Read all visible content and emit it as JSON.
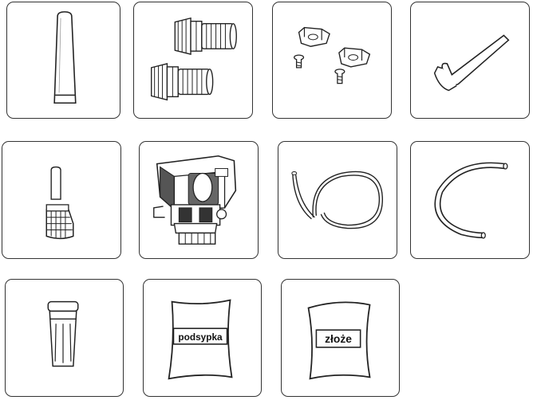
{
  "items": [
    {
      "id": "riser-tube",
      "icon": "riser-tube-icon"
    },
    {
      "id": "threaded-connectors",
      "icon": "threaded-connector-icon"
    },
    {
      "id": "mounting-clips-with-screws",
      "icon": "mounting-clip-icon"
    },
    {
      "id": "hex-key",
      "icon": "hex-key-icon"
    },
    {
      "id": "distributor-screen-set",
      "icon": "distributor-screen-icon"
    },
    {
      "id": "control-valve",
      "icon": "control-valve-icon"
    },
    {
      "id": "thin-tubing",
      "icon": "thin-tubing-icon"
    },
    {
      "id": "drain-hose",
      "icon": "drain-hose-icon"
    },
    {
      "id": "upper-distributor",
      "icon": "upper-distributor-icon"
    },
    {
      "id": "gravel-bag",
      "icon": "media-bag-icon",
      "label": "podsypka"
    },
    {
      "id": "resin-bag",
      "icon": "media-bag-icon",
      "label": "złoże"
    }
  ]
}
